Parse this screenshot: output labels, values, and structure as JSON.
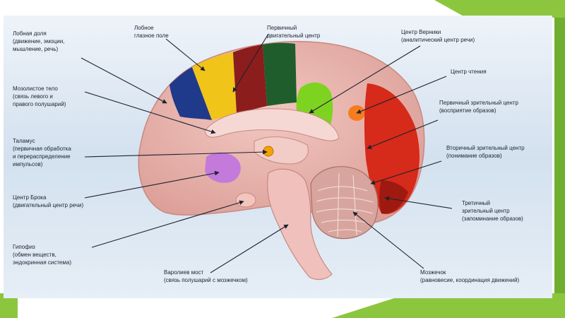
{
  "labels": {
    "frontal_lobe": [
      "Лобная доля",
      "(движение, эмоции,",
      "мышление, речь)"
    ],
    "frontal_eye_field": [
      "Лобное",
      "глазное поле"
    ],
    "primary_motor": [
      "Первичный",
      "двигательный центр"
    ],
    "wernicke": [
      "Центр Верники",
      "(аналитический центр речи)"
    ],
    "reading_center": [
      "Центр чтения"
    ],
    "corpus_callosum": [
      "Мозолистое тело",
      "(связь левого и",
      "правого полушарий)"
    ],
    "primary_visual": [
      "Первичный зрительный центр",
      "(восприятие образов)"
    ],
    "thalamus": [
      "Таламус",
      "(первичная обработка",
      "и перераспределение",
      "импульсов)"
    ],
    "secondary_visual": [
      "Вторичный зрительный центр",
      "(понимание образов)"
    ],
    "broca": [
      "Центр Брока",
      "(двигательный центр речи)"
    ],
    "tertiary_visual": [
      "Третичный",
      "зрительный центр",
      "(запоминание образов)"
    ],
    "pituitary": [
      "Гипофиз",
      "(обмен веществ,",
      "эндокринная система)"
    ],
    "pons": [
      "Варолиев мост",
      "(связь полушарий с мозжечком)"
    ],
    "cerebellum": [
      "Мозжечок",
      "(равновесие, координация движений)"
    ]
  },
  "colors": {
    "page_bg": "#ffffff",
    "panel_bg": "#d7e4f0",
    "accent_green": "#8cc63f",
    "brain_pink": "#eab3ad",
    "frontal_blue": "#1f3a8a",
    "eye_field_yellow": "#f0c419",
    "motor_red": "#8b1d1d",
    "motor_green": "#1f5e2c",
    "wernicke_green": "#7ed321",
    "reading_orange": "#f57c1f",
    "visual_red": "#d62a1a",
    "thalamus_orange": "#f4a300",
    "broca_purple": "#c47adb",
    "arrow": "#1c2230"
  }
}
